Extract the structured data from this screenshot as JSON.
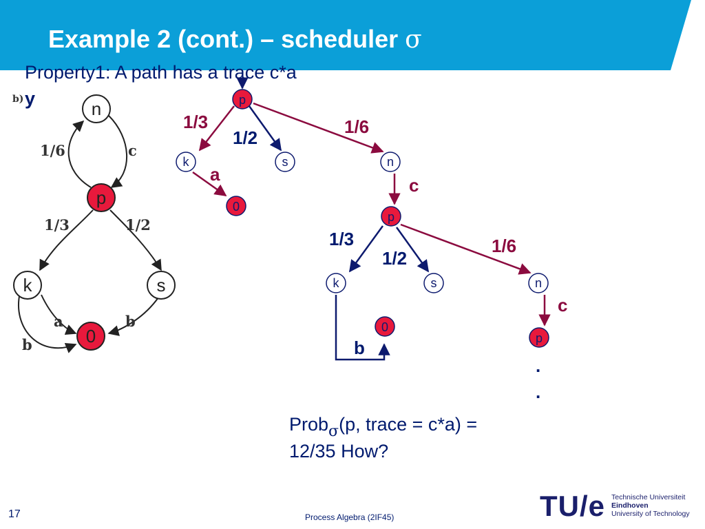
{
  "slide": {
    "title": "Example 2 (cont.) – scheduler ",
    "title_symbol": "σ",
    "subtitle": "Property1: A path has a trace c*a",
    "stray_text": "y",
    "page_number": "17",
    "course": "Process Algebra (2IF45)"
  },
  "left_graph": {
    "panel_label": "b)",
    "nodes": {
      "n": "n",
      "p": "p",
      "k": "k",
      "s": "s",
      "zero": "0"
    },
    "edge_labels": {
      "n_to_p": "1/6",
      "p_to_n": "c",
      "p_to_k": "1/3",
      "p_to_s": "1/2",
      "k_a": "a",
      "k_b": "b",
      "s_b": "b"
    }
  },
  "tree": {
    "nodes": {
      "p1": "p",
      "k1": "k",
      "s1": "s",
      "n1": "n",
      "z1": "0",
      "p2": "p",
      "k2": "k",
      "s2": "s",
      "n2": "n",
      "z2": "0",
      "p3": "p"
    },
    "labels": {
      "p1_k1": "1/3",
      "p1_s1": "1/2",
      "p1_n1": "1/6",
      "k1_a": "a",
      "n1_c": "c",
      "p2_k2": "1/3",
      "p2_s2": "1/2",
      "p2_n2": "1/6",
      "k2_b": "b",
      "n2_c": "c",
      "dot1": ".",
      "dot2": "."
    }
  },
  "result": {
    "prob_word": "Prob",
    "prob_sub": "σ",
    "prob_rest": "(p, trace = c*a) =",
    "line2": "12/35 How?"
  },
  "logo": {
    "mark": "TU/e",
    "line1": "Technische Universiteit",
    "line2": "Eindhoven",
    "line3": "University of Technology"
  },
  "colors": {
    "band": "#0b9fd8",
    "maroon": "#8b0b3f",
    "navy": "#0d1a6e",
    "node_red": "#e8193c",
    "logo_accent": "#e5007d"
  }
}
